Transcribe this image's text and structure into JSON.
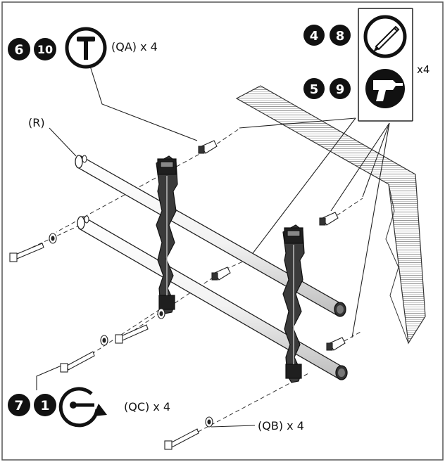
{
  "labels": {
    "qa": "(QA) x 4",
    "qc": "(QC) x 4",
    "qb": "(QB) x 4",
    "r": "(R)",
    "tool_multiplier": "x4"
  },
  "steps": {
    "hammer": [
      "6",
      "10"
    ],
    "pencil": [
      "4",
      "8"
    ],
    "drill": [
      "5",
      "9"
    ],
    "wrench": [
      "7",
      "1"
    ]
  },
  "icons": {
    "hammer": "hammer-icon",
    "pencil": "pencil-icon",
    "drill": "drill-icon",
    "wrench": "wrench-rotate-icon"
  },
  "colors": {
    "ink": "#111111",
    "background": "#ffffff",
    "hatch": "#9a9a9a"
  }
}
